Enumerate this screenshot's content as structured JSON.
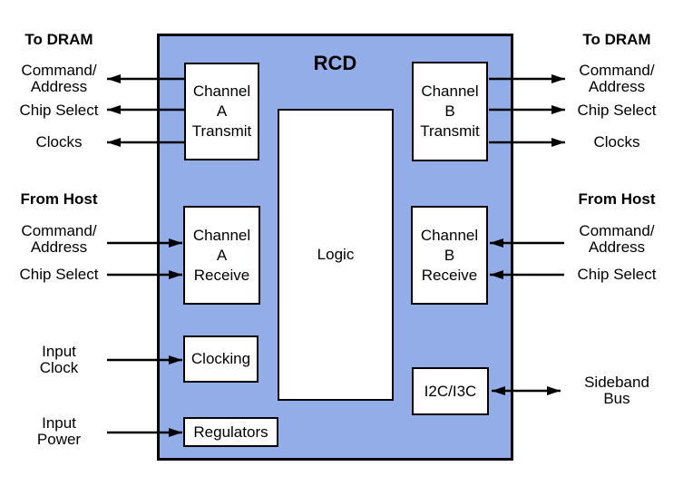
{
  "diagram": {
    "title": "RCD",
    "blocks": {
      "channel_a_transmit": {
        "line1": "Channel",
        "line2": "A",
        "line3": "Transmit"
      },
      "channel_b_transmit": {
        "line1": "Channel",
        "line2": "B",
        "line3": "Transmit"
      },
      "channel_a_receive": {
        "line1": "Channel",
        "line2": "A",
        "line3": "Receive"
      },
      "channel_b_receive": {
        "line1": "Channel",
        "line2": "B",
        "line3": "Receive"
      },
      "logic": {
        "line1": "Logic"
      },
      "clocking": {
        "line1": "Clocking"
      },
      "i2c_i3c": {
        "line1": "I2C/I3C"
      },
      "regulators": {
        "line1": "Regulators"
      }
    },
    "left": {
      "to_dram": "To DRAM",
      "cmd1": "Command/",
      "cmd2": "Address",
      "chip_select": "Chip Select",
      "clocks": "Clocks",
      "from_host": "From Host",
      "host_cmd1": "Command/",
      "host_cmd2": "Address",
      "host_chip_select": "Chip Select",
      "input_clock1": "Input",
      "input_clock2": "Clock",
      "input_power1": "Input",
      "input_power2": "Power"
    },
    "right": {
      "to_dram": "To DRAM",
      "cmd1": "Command/",
      "cmd2": "Address",
      "chip_select": "Chip Select",
      "clocks": "Clocks",
      "from_host": "From Host",
      "host_cmd1": "Command/",
      "host_cmd2": "Address",
      "host_chip_select": "Chip Select",
      "sideband1": "Sideband",
      "sideband2": "Bus"
    },
    "colors": {
      "chip_fill": "#93ADE8",
      "box_fill": "#FFFFFF",
      "line": "#000000"
    }
  }
}
